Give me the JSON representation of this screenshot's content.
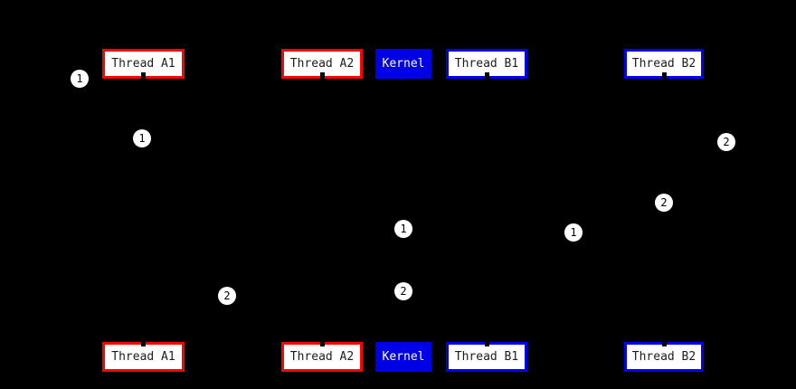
{
  "diagram": {
    "type": "sequence",
    "colors": {
      "bg": "#000000",
      "red_border": "#ff0000",
      "blue_border": "#0000f5",
      "kernel_bg": "#0000e6",
      "kernel_text": "#ffffff",
      "box_bg": "#ffffff",
      "box_text": "#1c1c1c",
      "marker_bg": "#ffffff",
      "marker_text": "#000000",
      "lifeline": "#000000"
    },
    "actors": [
      {
        "id": "thread-a1",
        "label": "Thread A1",
        "style": "red-outline"
      },
      {
        "id": "thread-a2",
        "label": "Thread A2",
        "style": "red-outline"
      },
      {
        "id": "kernel",
        "label": "Kernel",
        "style": "blue-filled"
      },
      {
        "id": "thread-b1",
        "label": "Thread B1",
        "style": "blue-outline"
      },
      {
        "id": "thread-b2",
        "label": "Thread B2",
        "style": "blue-outline"
      }
    ],
    "markers": [
      {
        "label": "1"
      },
      {
        "label": "1"
      },
      {
        "label": "2"
      },
      {
        "label": "2"
      },
      {
        "label": "1"
      },
      {
        "label": "1"
      },
      {
        "label": "2"
      },
      {
        "label": "2"
      }
    ]
  }
}
